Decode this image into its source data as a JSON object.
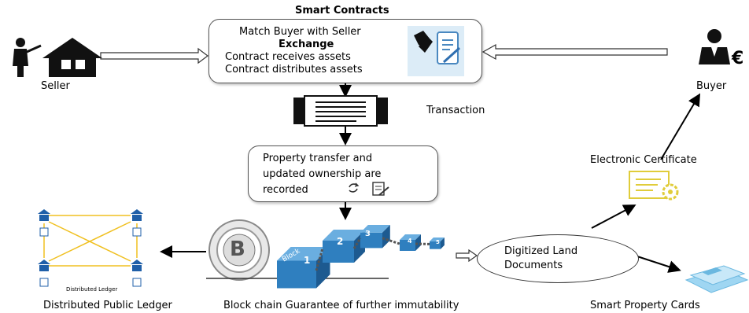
{
  "diagram": {
    "title": "Smart Contracts",
    "smart_contract_box": {
      "lines": [
        "Match Buyer with Seller",
        "Exchange",
        "Contract receives assets",
        "Contract distributes assets"
      ]
    },
    "record_box": {
      "lines": [
        "Property transfer and",
        "updated ownership are",
        "recorded"
      ]
    },
    "digitized_box": {
      "lines": [
        "Digitized Land",
        "Documents"
      ]
    },
    "labels": {
      "seller": "Seller",
      "buyer": "Buyer",
      "transaction": "Transaction",
      "electronic_certificate": "Electronic Certificate",
      "distributed_public_ledger": "Distributed Public Ledger",
      "blockchain_guarantee": "Block chain Guarantee of further immutability",
      "smart_property_cards": "Smart Property Cards",
      "ledger_caption": "Distributed Ledger"
    },
    "block_labels": [
      "Block",
      "1",
      "2",
      "3",
      "4",
      "5"
    ],
    "bitcoin_symbol": "B",
    "buyer_currency": "€",
    "colors": {
      "block_blue": "#2f7fbf",
      "ledger_yellow": "#f0c020",
      "ledger_blue": "#1f5fa8",
      "certificate_yellow": "#e8d84a",
      "card_blue": "#7fc8ee"
    }
  }
}
